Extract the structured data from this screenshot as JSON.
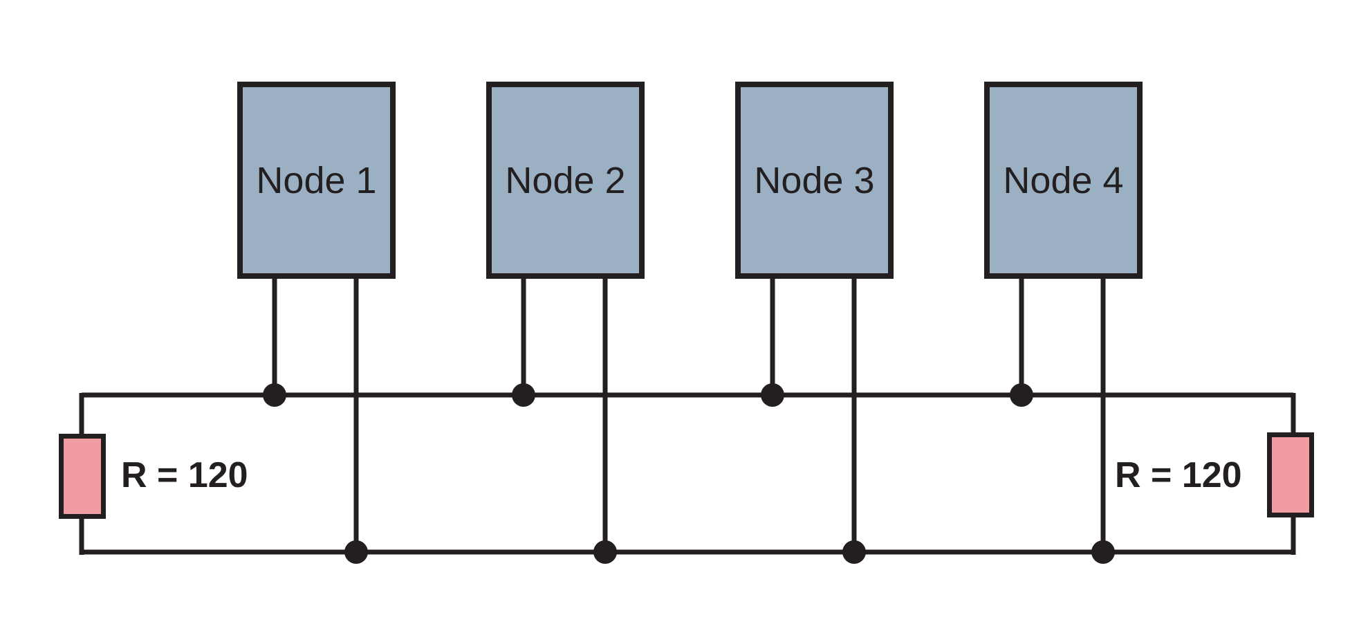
{
  "diagram": {
    "kind": "bus-network-with-termination",
    "nodes": [
      {
        "label": "Node 1"
      },
      {
        "label": "Node 2"
      },
      {
        "label": "Node 3"
      },
      {
        "label": "Node 4"
      }
    ],
    "terminators": {
      "left": {
        "label": "R = 120"
      },
      "right": {
        "label": "R = 120"
      }
    }
  },
  "colors": {
    "node-fill": "#9bb0c2",
    "resistor-fill": "#f09ca2",
    "line": "#231f20",
    "text": "#231f20",
    "background": "#ffffff"
  }
}
